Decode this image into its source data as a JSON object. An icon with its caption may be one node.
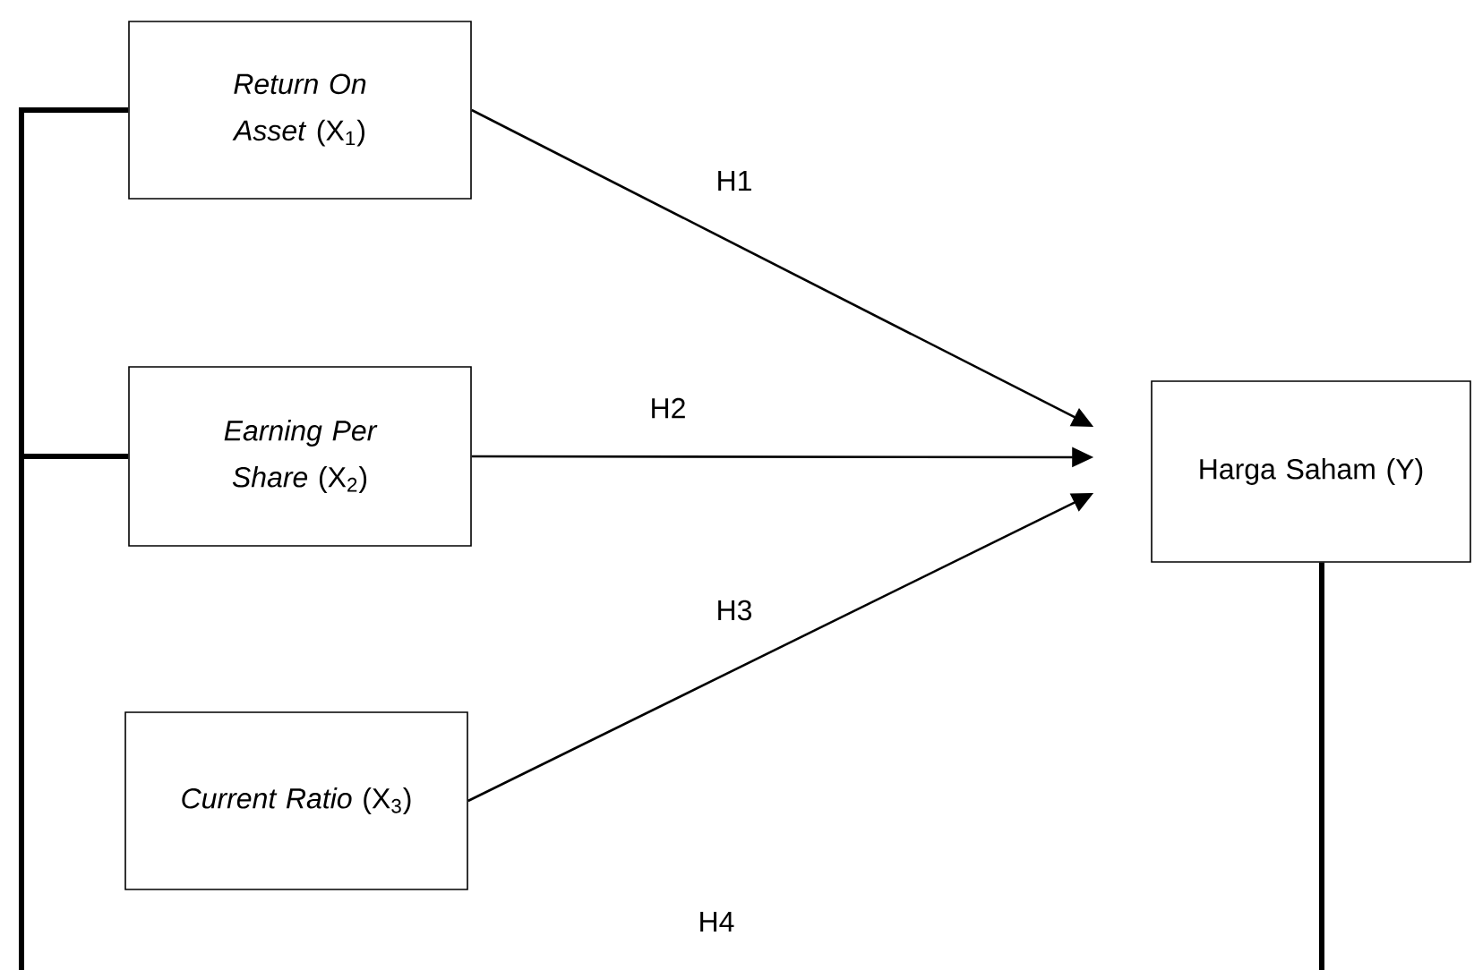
{
  "diagram": {
    "nodes": [
      {
        "text": [
          "*Return On Asset* (X$_{1}$)"
        ]
      },
      {
        "text": [
          "*Earning Per Share* (X$_{2}$)"
        ]
      },
      {
        "text": [
          "*Current Ratio* (X$_{3}$)"
        ]
      },
      {
        "text": [
          "Harga Saham (Y)"
        ]
      }
    ],
    "edges": [
      {
        "from": 0,
        "to": 3,
        "arrow": "to",
        "label": "H1"
      },
      {
        "from": 1,
        "to": 3,
        "arrow": "to",
        "label": "H2"
      },
      {
        "from": 2,
        "to": 3,
        "arrow": "to",
        "label": "H3"
      },
      {
        "from": 0,
        "to": 3,
        "arrow": "none",
        "label": "H4",
        "style": "thick"
      },
      {
        "from": 1,
        "to": 3,
        "arrow": "none",
        "style": "thick"
      }
    ]
  }
}
